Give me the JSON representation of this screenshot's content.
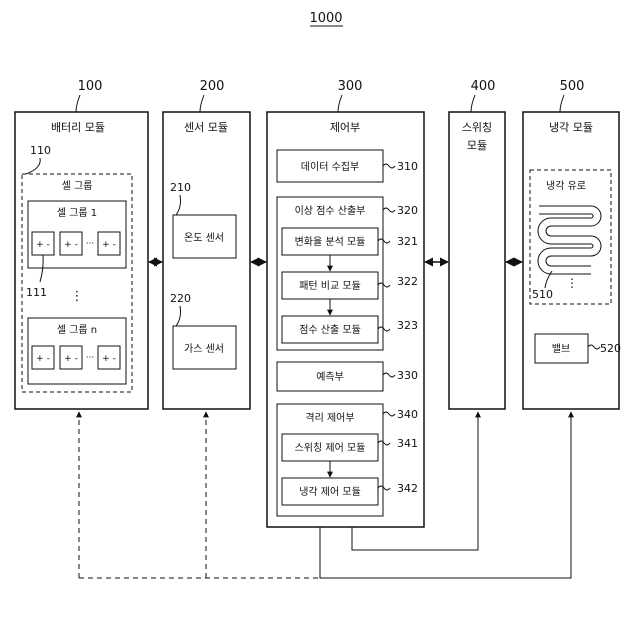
{
  "figure_number": "1000",
  "modules": {
    "battery": {
      "ref": "100",
      "title": "배터리 모듈"
    },
    "sensor": {
      "ref": "200",
      "title": "센서 모듈"
    },
    "control": {
      "ref": "300",
      "title": "제어부"
    },
    "switching": {
      "ref": "400",
      "title_line1": "스위칭",
      "title_line2": "모듈"
    },
    "cooling": {
      "ref": "500",
      "title": "냉각 모듈"
    }
  },
  "battery": {
    "cell_groups": {
      "ref": "110",
      "title": "셀 그룹"
    },
    "group_1": {
      "title": "셀 그룹 1"
    },
    "group_n": {
      "title": "셀 그룹 n"
    },
    "cell_symbol": "+ -",
    "ellipsis_h": "···",
    "ellipsis_v": "⋮",
    "cell_ref": "111"
  },
  "sensor": {
    "temperature": {
      "ref": "210",
      "label": "온도 센서"
    },
    "gas": {
      "ref": "220",
      "label": "가스 센서"
    }
  },
  "control": {
    "data_collection": {
      "ref": "310",
      "label": "데이터 수집부"
    },
    "anomaly": {
      "ref": "320",
      "label": "이상 점수 산출부"
    },
    "rate_analysis": {
      "ref": "321",
      "label": "변화율 분석 모듈"
    },
    "pattern_compare": {
      "ref": "322",
      "label": "패턴 비교 모듈"
    },
    "score_calc": {
      "ref": "323",
      "label": "점수 산출 모듈"
    },
    "prediction": {
      "ref": "330",
      "label": "예측부"
    },
    "isolation": {
      "ref": "340",
      "label": "격리 제어부"
    },
    "switching_control": {
      "ref": "341",
      "label": "스위칭 제어 모듈"
    },
    "cooling_control": {
      "ref": "342",
      "label": "냉각 제어 모듈"
    }
  },
  "cooling": {
    "channel": {
      "ref": "510",
      "label": "냉각 유로"
    },
    "ellipsis_v": "⋮",
    "valve": {
      "ref": "520",
      "label": "밸브"
    }
  }
}
